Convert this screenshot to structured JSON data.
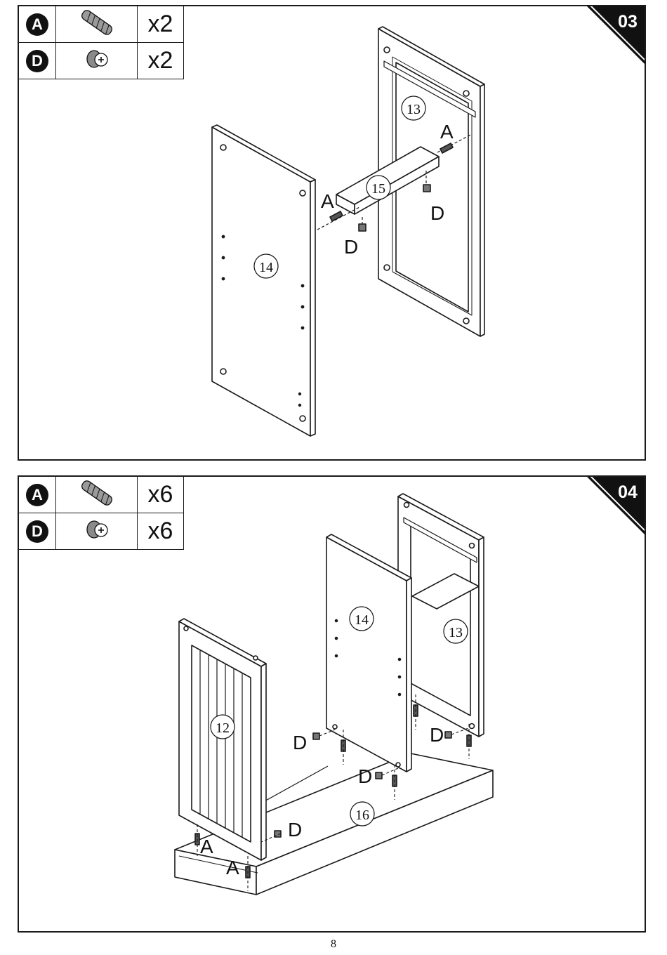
{
  "steps": [
    {
      "number": "03",
      "parts": [
        {
          "letter": "A",
          "icon": "wooden-dowel-icon",
          "qty": "x2"
        },
        {
          "letter": "D",
          "icon": "cam-lock-icon",
          "qty": "x2"
        }
      ],
      "labels": {
        "panel_13": "13",
        "panel_14": "14",
        "panel_15": "15",
        "part_a_1": "A",
        "part_a_2": "A",
        "part_d_1": "D",
        "part_d_2": "D"
      }
    },
    {
      "number": "04",
      "parts": [
        {
          "letter": "A",
          "icon": "wooden-dowel-icon",
          "qty": "x6"
        },
        {
          "letter": "D",
          "icon": "cam-lock-icon",
          "qty": "x6"
        }
      ],
      "labels": {
        "panel_12": "12",
        "panel_13": "13",
        "panel_14": "14",
        "panel_16": "16",
        "part_a_1": "A",
        "part_a_2": "A",
        "part_d_1": "D",
        "part_d_2": "D",
        "part_d_3": "D",
        "part_d_4": "D"
      }
    }
  ],
  "page_number": "8"
}
